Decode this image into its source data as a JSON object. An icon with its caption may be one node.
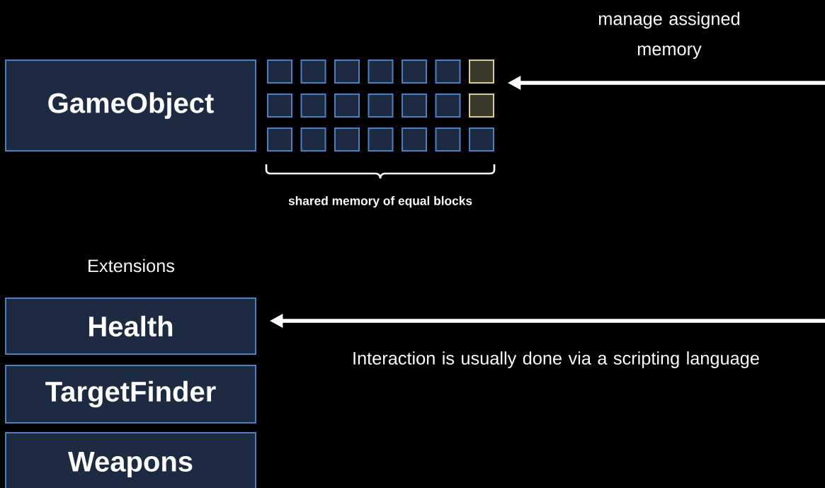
{
  "diagram": {
    "nodes": [
      {
        "text": [
          "GameObject"
        ]
      },
      {
        "text": [],
        "shape": "box"
      },
      {
        "text": [],
        "shape": "box"
      },
      {
        "text": [],
        "shape": "box"
      },
      {
        "text": [],
        "shape": "box"
      },
      {
        "text": [],
        "shape": "box"
      },
      {
        "text": [],
        "shape": "box"
      },
      {
        "text": [],
        "shape": "box"
      },
      {
        "text": [],
        "shape": "box"
      },
      {
        "text": [],
        "shape": "box"
      },
      {
        "text": [],
        "shape": "box"
      },
      {
        "text": [],
        "shape": "box"
      },
      {
        "text": [],
        "shape": "box"
      },
      {
        "text": [],
        "shape": "box"
      },
      {
        "text": [],
        "shape": "box"
      },
      {
        "text": [],
        "shape": "box"
      },
      {
        "text": [],
        "shape": "box"
      },
      {
        "text": [],
        "shape": "box"
      },
      {
        "text": [],
        "shape": "box"
      },
      {
        "text": [],
        "shape": "box"
      },
      {
        "text": [],
        "shape": "box"
      },
      {
        "text": [],
        "shape": "box"
      },
      {
        "text": [
          "Health"
        ]
      },
      {
        "text": [
          "TargetFinder"
        ]
      },
      {
        "text": [
          "Weapons"
        ]
      }
    ],
    "edges": [
      {
        "from": null,
        "to": 7,
        "arrow": "to",
        "label": "manage assigned memory"
      },
      {
        "from": null,
        "to": 22,
        "arrow": "to",
        "label": "Interaction is usually done via a scripting language"
      }
    ],
    "labels": [
      "shared memory of equal blocks",
      "Extensions"
    ]
  }
}
